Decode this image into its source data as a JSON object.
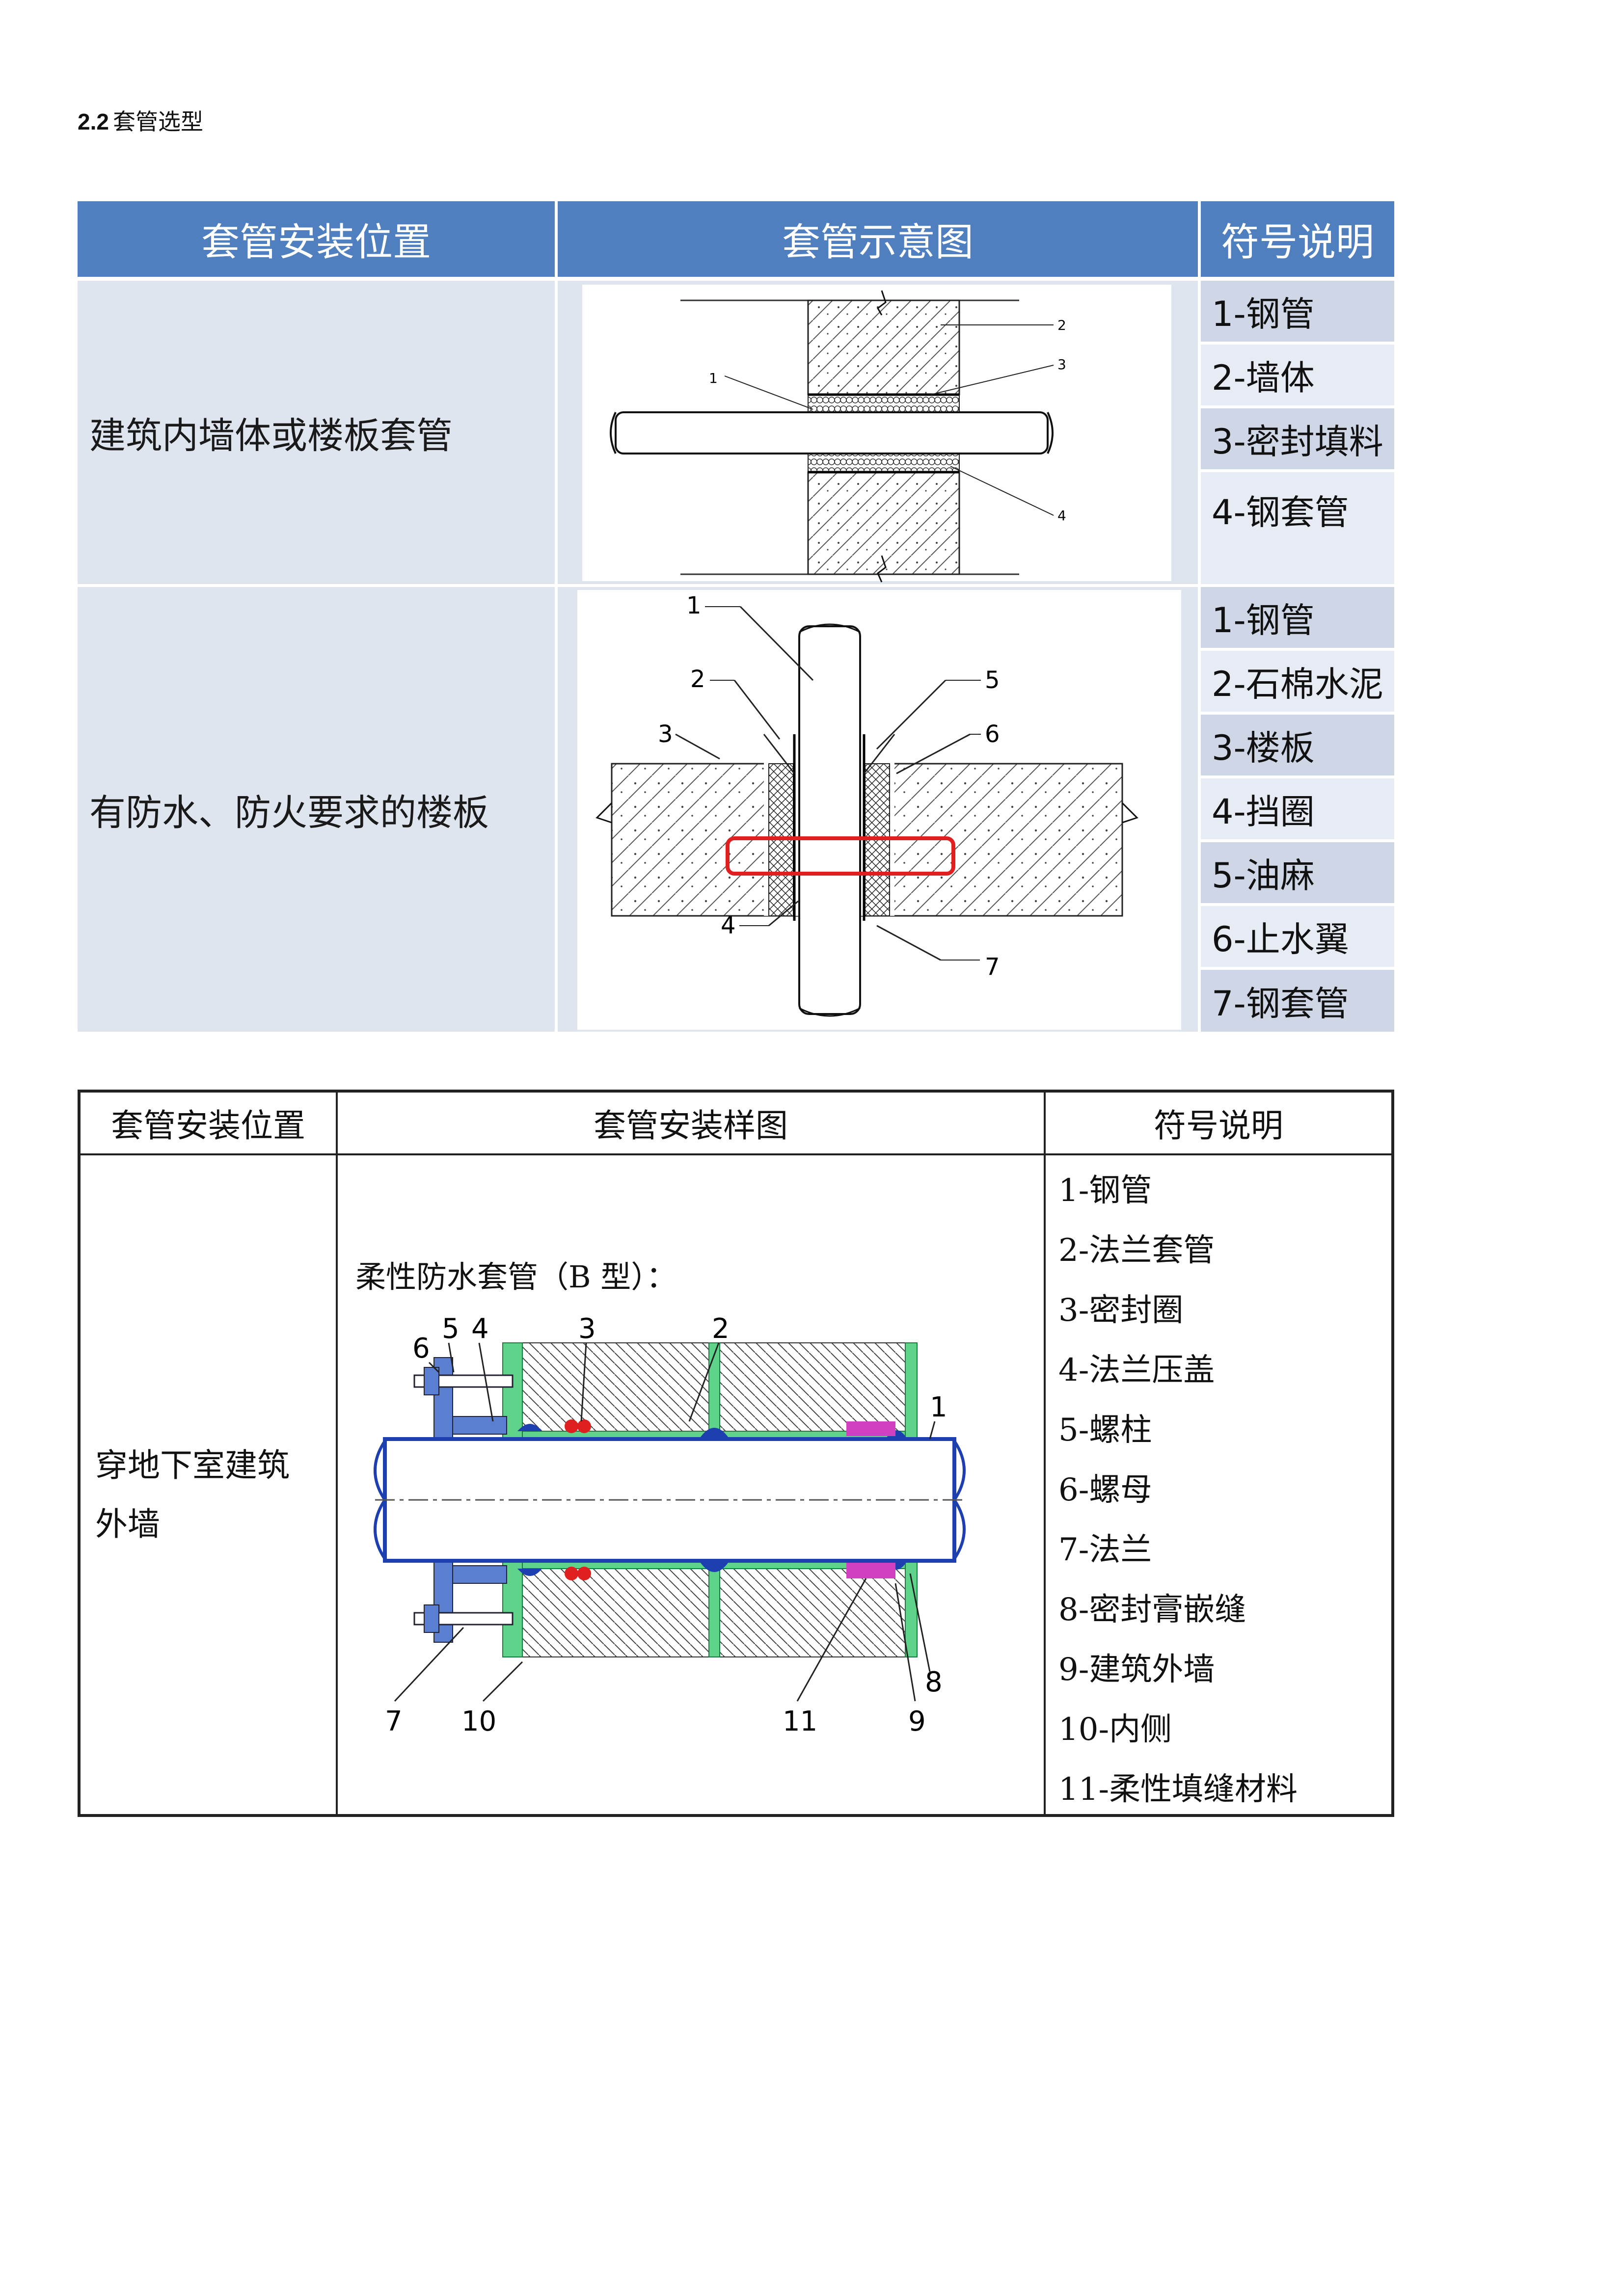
{
  "heading": {
    "number": "2.2",
    "text": "套管选型"
  },
  "table1": {
    "headers": [
      "套管安装位置",
      "套管示意图",
      "符号说明"
    ],
    "rows": [
      {
        "location": "建筑内墙体或楼板套管",
        "legend": [
          "1-钢管",
          "2-墙体",
          "3-密封填料",
          "4-钢套管"
        ],
        "callouts": [
          "1",
          "2",
          "3",
          "4"
        ]
      },
      {
        "location": "有防水、防火要求的楼板",
        "legend": [
          "1-钢管",
          "2-石棉水泥",
          "3-楼板",
          "4-挡圈",
          "5-油麻",
          "6-止水翼",
          "7-钢套管"
        ],
        "callouts": [
          "1",
          "2",
          "3",
          "4",
          "5",
          "6",
          "7"
        ]
      }
    ]
  },
  "table2": {
    "headers": [
      "套管安装位置",
      "套管安装样图",
      "符号说明"
    ],
    "location_lines": [
      "穿地下室建筑",
      "外墙"
    ],
    "caption": "柔性防水套管（B 型）：",
    "legend": [
      "1-钢管",
      "2-法兰套管",
      "3-密封圈",
      "4-法兰压盖",
      "5-螺柱",
      "6-螺母",
      "7-法兰",
      "8-密封膏嵌缝",
      "9-建筑外墙",
      "10-内侧",
      "11-柔性填缝材料"
    ],
    "callouts": [
      "6",
      "5",
      "4",
      "3",
      "2",
      "1",
      "7",
      "10",
      "11",
      "9",
      "8"
    ]
  },
  "colors": {
    "header_blue": "#4f7fbe",
    "cell_light": "#dfe5ef",
    "highlight_red": "#e02020",
    "sleeve_green": "#5fd38a",
    "bolt_blue": "#5a7fd0",
    "seal_magenta": "#d040c0"
  }
}
